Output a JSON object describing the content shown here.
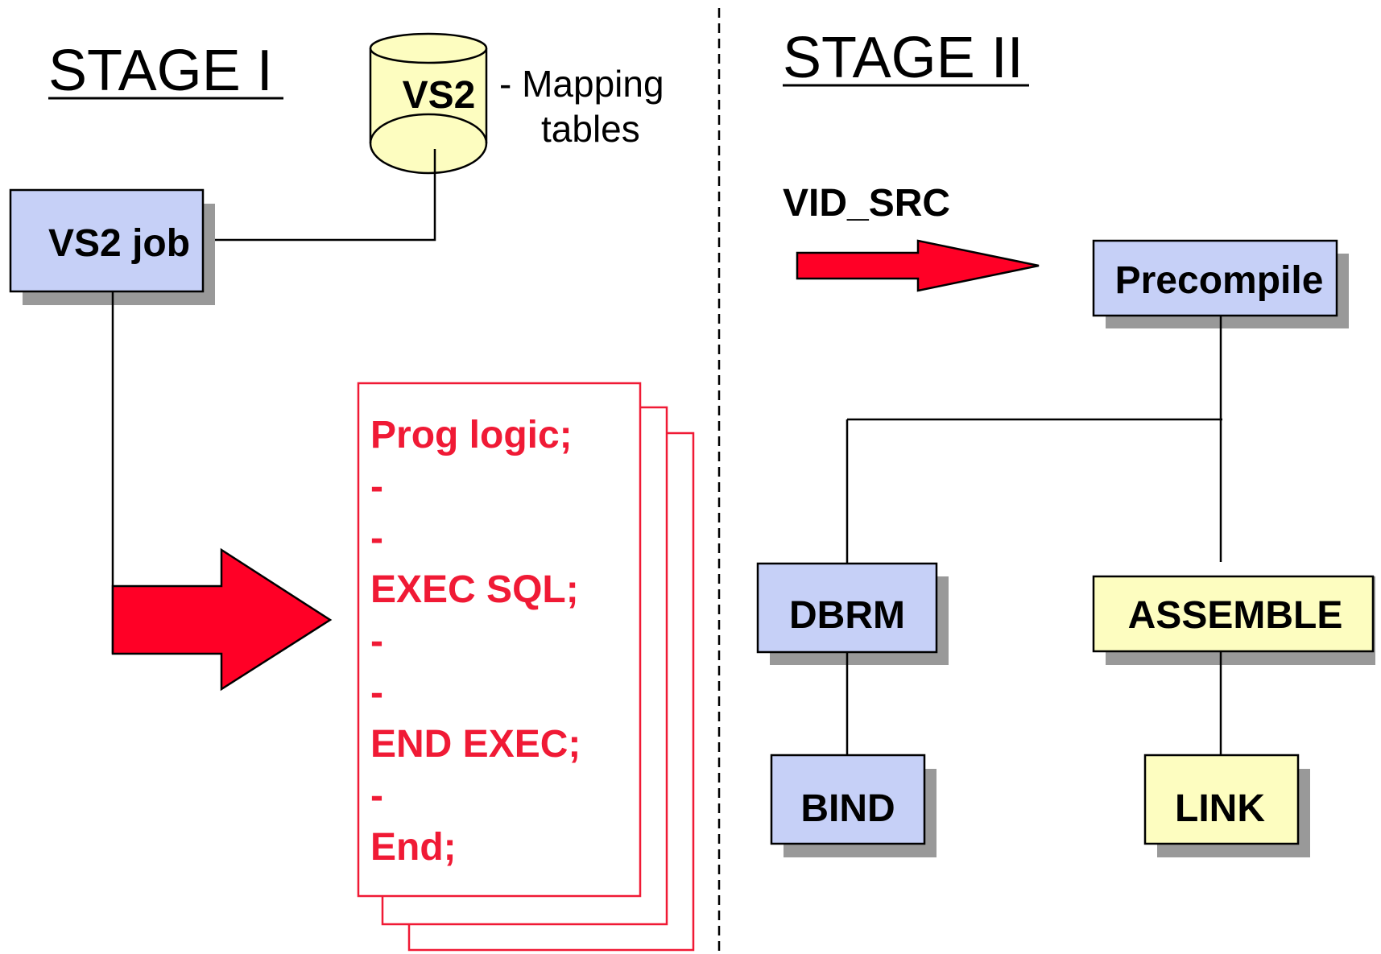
{
  "colors": {
    "box_blue": "#c6d0f7",
    "box_yellow": "#fdfdc0",
    "shadow": "#999999",
    "arrow_red": "#ff0026",
    "code_red": "#f01a35"
  },
  "stage1": {
    "title": "STAGE I",
    "db_label": "VS2",
    "db_note_line1": "- Mapping",
    "db_note_line2": "tables",
    "job_label": "VS2 job",
    "code_lines": [
      "Prog logic;",
      "-",
      "-",
      "EXEC SQL;",
      "-",
      "-",
      "END EXEC;",
      "-",
      "End;"
    ]
  },
  "stage2": {
    "title": "STAGE II",
    "input_label": "VID_SRC",
    "precompile": "Precompile",
    "dbrm": "DBRM",
    "assemble": "ASSEMBLE",
    "bind": "BIND",
    "link": "LINK"
  }
}
